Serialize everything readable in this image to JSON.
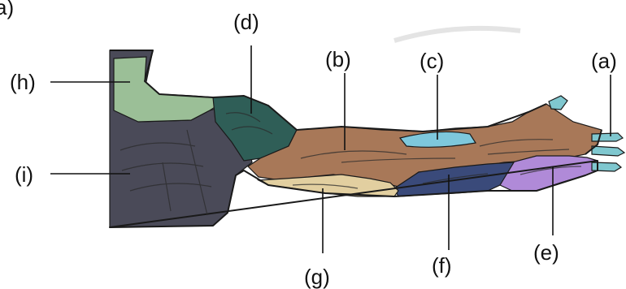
{
  "corner_text": "a)",
  "labels": {
    "a": "(a)",
    "b": "(b)",
    "c": "(c)",
    "d": "(d)",
    "e": "(e)",
    "f": "(f)",
    "g": "(g)",
    "h": "(h)",
    "i": "(i)"
  },
  "colors": {
    "a_fingertips": "#7fc7cf",
    "b_forearm": "#a87858",
    "c_patch": "#7ec8dc",
    "d_shoulder": "#2f5e57",
    "e_hand": "#b08ad8",
    "f_forearm_under": "#3a4a7a",
    "g_upper_arm_under": "#e2cfa0",
    "h_neck": "#9bbf97",
    "i_torso": "#4a4a58"
  }
}
